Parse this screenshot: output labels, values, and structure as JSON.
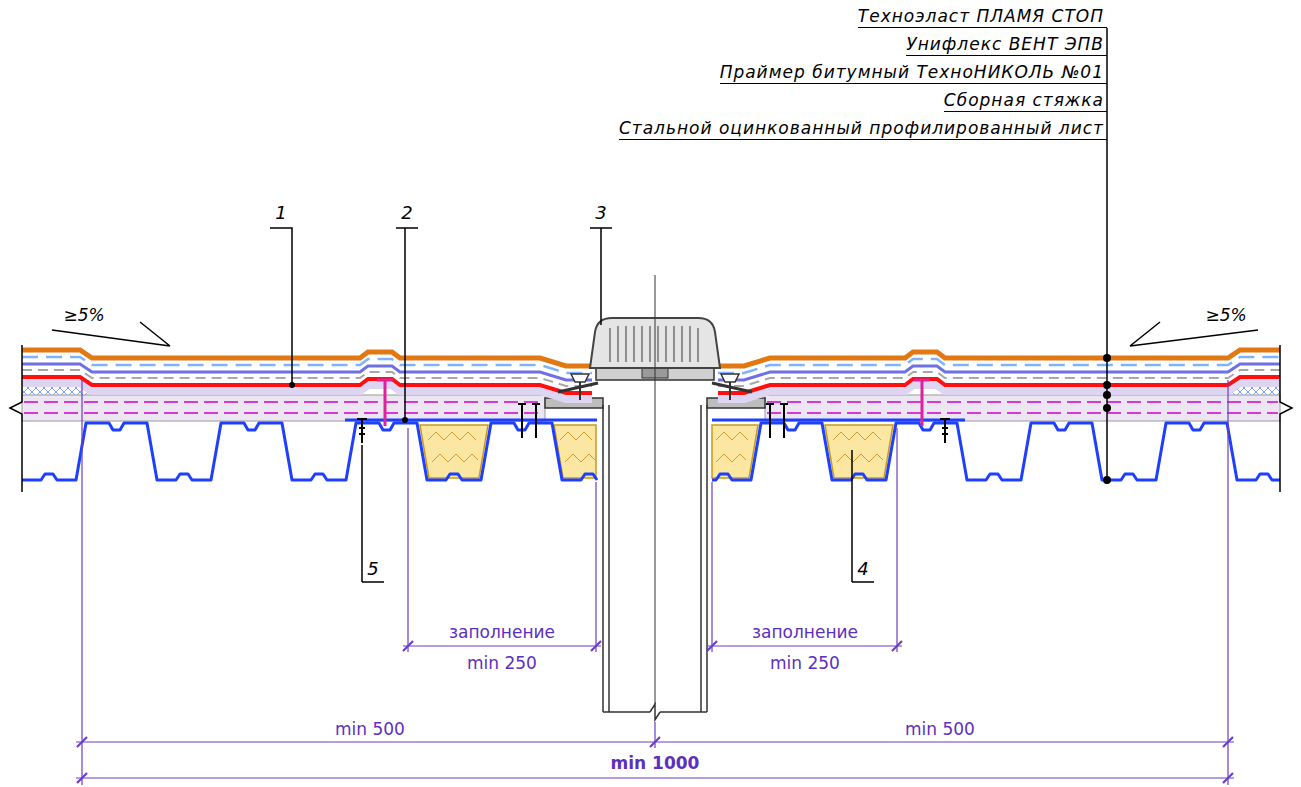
{
  "diagram": {
    "labels": [
      "Техноэласт ПЛАМЯ СТОП",
      "Унифлекс ВЕНТ ЭПВ",
      "Праймер битумный ТехноНИКОЛЬ №01",
      "Сборная стяжка",
      "Стальной оцинкованный профилированный лист",
      "1",
      "2",
      "3",
      "≥5%",
      "≥5%",
      "5",
      "4",
      "заполнение",
      "min 250",
      "заполнение",
      "min 250",
      "min 500",
      "min 500",
      "min 1000"
    ]
  }
}
